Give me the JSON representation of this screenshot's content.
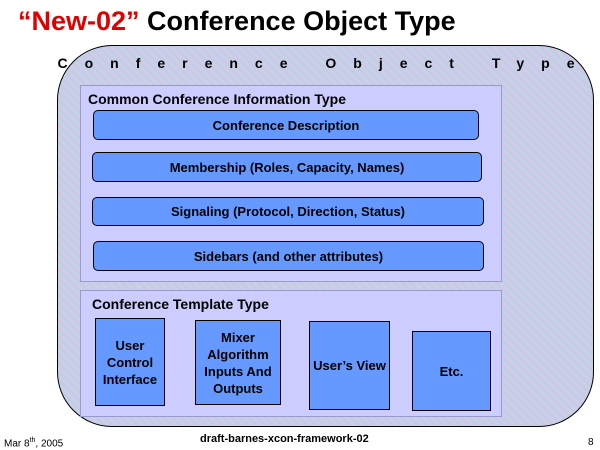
{
  "title": {
    "quoted": "“New-02”",
    "rest": " Conference Object Type"
  },
  "outer_label": "Conference Object Type",
  "common": {
    "label": "Common Conference Information Type",
    "items": [
      "Conference Description",
      "Membership (Roles, Capacity, Names)",
      "Signaling (Protocol, Direction, Status)",
      "Sidebars (and other attributes)"
    ]
  },
  "template": {
    "label": "Conference Template Type",
    "items": [
      "User Control Interface",
      "Mixer Algorithm Inputs And Outputs",
      "User’s View",
      "Etc."
    ]
  },
  "footer": {
    "date": "Mar 8",
    "date_sup": "th",
    "date_year": ", 2005",
    "draft": "draft-barnes-xcon-framework-02",
    "page": "8"
  }
}
